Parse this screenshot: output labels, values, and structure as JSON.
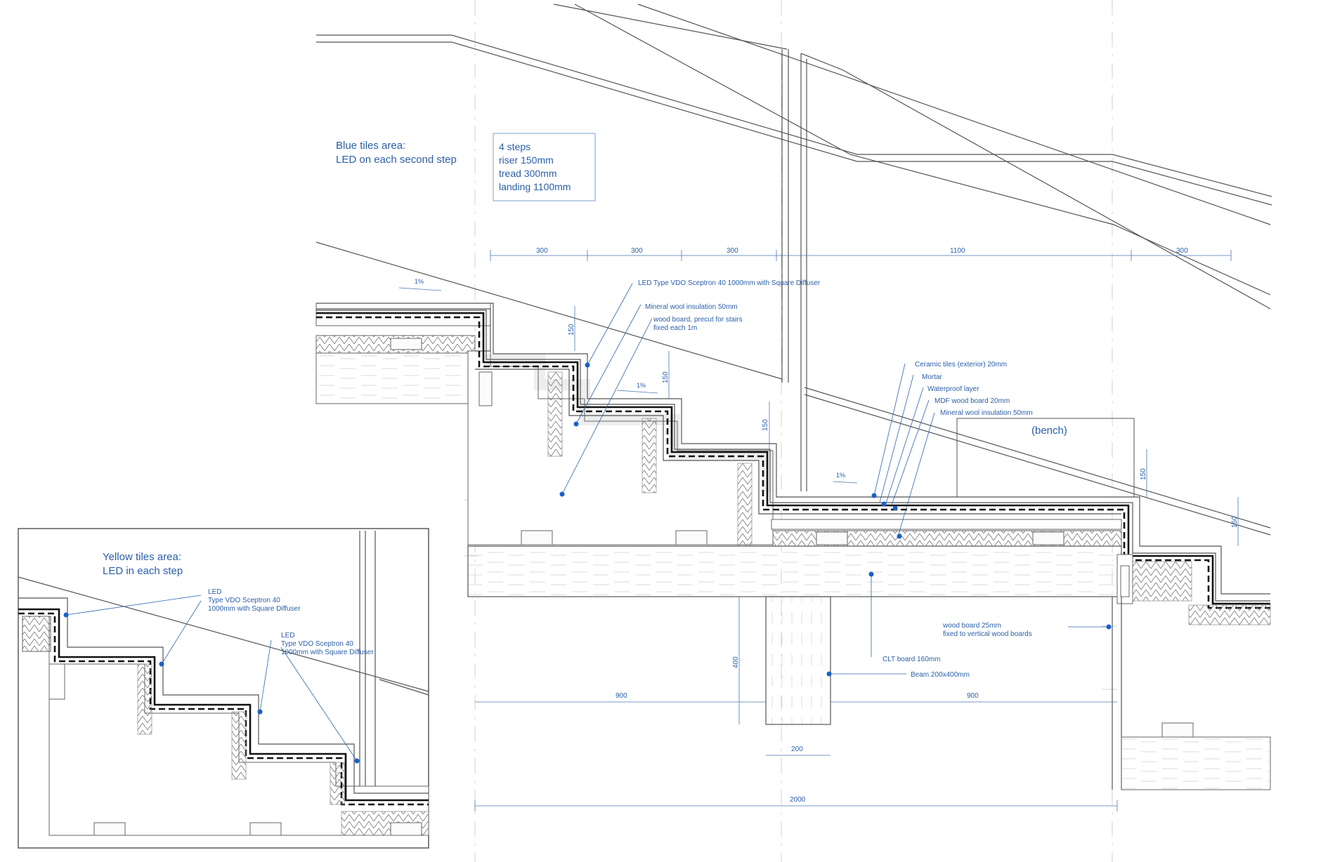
{
  "blue_area": {
    "title_line1": "Blue tiles area:",
    "title_line2": "LED on each second step"
  },
  "step_info": {
    "line1": "4 steps",
    "line2": "riser 150mm",
    "line3": "tread 300mm",
    "line4": "landing 1100mm"
  },
  "dimensions": {
    "top": [
      "300",
      "300",
      "300",
      "1100",
      "300"
    ],
    "riser": "150",
    "beam_height": "400",
    "left_span": "900",
    "right_span": "900",
    "beam_width": "200",
    "total": "2000"
  },
  "slopes": {
    "label": "1%"
  },
  "bench_label": "(bench)",
  "labels": {
    "led_type": "LED Type VDO Sceptron 40 1000mm with Square Diffuser",
    "mineral_wool_top": "Mineral wool insulation 50mm",
    "wood_board_line1": "wood board, precut for stairs",
    "wood_board_line2": "fixed each 1m",
    "ceramic_tiles": "Ceramic tiles (exterior) 20mm",
    "mortar": "Mortar",
    "waterproof": "Waterproof layer",
    "mdf": "MDF wood board 20mm",
    "mineral_wool": "Mineral wool insulation 50mm",
    "wood_board_25_line1": "wood board 25mm",
    "wood_board_25_line2": "fixed to vertical wood boards",
    "clt": "CLT board 160mm",
    "beam": "Beam 200x400mm"
  },
  "inset": {
    "title_line1": "Yellow tiles area:",
    "title_line2": "LED in each step",
    "led_label": "LED",
    "led_line2": "Type VDO Sceptron 40",
    "led_line3": "1000mm with Square Diffuser"
  },
  "colors": {
    "annotation": "#2a5fa8",
    "marker": "#1a5fc8",
    "line": "#555555"
  }
}
